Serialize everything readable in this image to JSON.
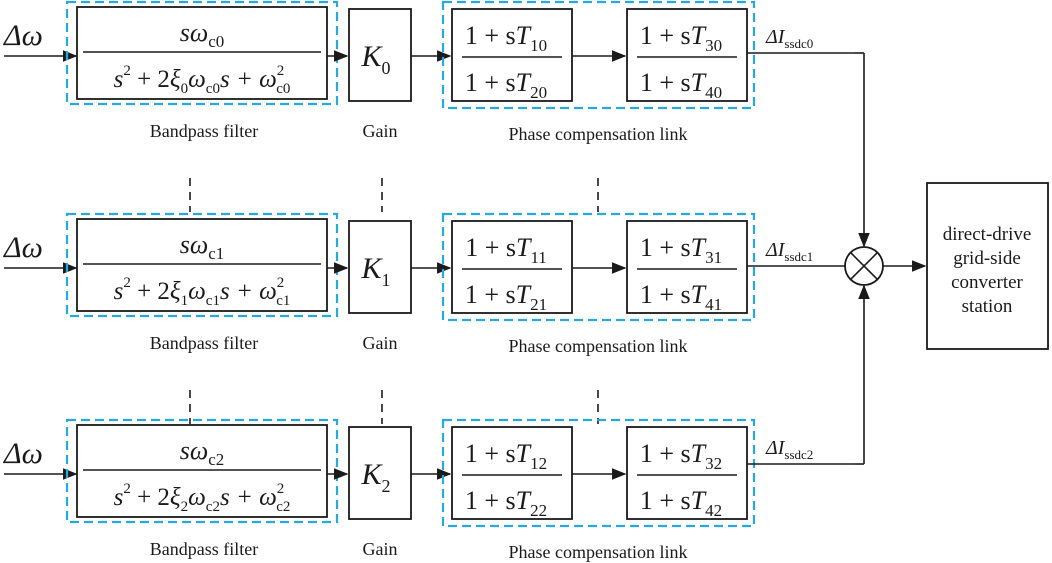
{
  "colors": {
    "stroke": "#1a1a1a",
    "group_border": "#29a8e0",
    "background": "#ffffff"
  },
  "input_label": "Δω",
  "rows": [
    {
      "filter": {
        "num": "sω",
        "num_sub": "c0",
        "den_xi_sub": "0",
        "den_w_sub": "c0",
        "den_w2_sub": "c0"
      },
      "filter_caption": "Bandpass filter",
      "gain": {
        "K": "K",
        "sub": "0"
      },
      "gain_caption": "Gain",
      "comp1": {
        "num_sub": "10",
        "den_sub": "20"
      },
      "comp2": {
        "num_sub": "30",
        "den_sub": "40"
      },
      "comp_caption": "Phase compensation link",
      "output": {
        "prefix": "ΔI",
        "sub": "ssdc0"
      }
    },
    {
      "filter": {
        "num": "sω",
        "num_sub": "c1",
        "den_xi_sub": "1",
        "den_w_sub": "c1",
        "den_w2_sub": "c1"
      },
      "filter_caption": "Bandpass filter",
      "gain": {
        "K": "K",
        "sub": "1"
      },
      "gain_caption": "Gain",
      "comp1": {
        "num_sub": "11",
        "den_sub": "21"
      },
      "comp2": {
        "num_sub": "31",
        "den_sub": "41"
      },
      "comp_caption": "Phase compensation link",
      "output": {
        "prefix": "ΔI",
        "sub": "ssdc1"
      }
    },
    {
      "filter": {
        "num": "sω",
        "num_sub": "c2",
        "den_xi_sub": "2",
        "den_w_sub": "c2",
        "den_w2_sub": "c2"
      },
      "filter_caption": "Bandpass filter",
      "gain": {
        "K": "K",
        "sub": "2"
      },
      "gain_caption": "Gain",
      "comp1": {
        "num_sub": "12",
        "den_sub": "22"
      },
      "comp2": {
        "num_sub": "32",
        "den_sub": "42"
      },
      "comp_caption": "Phase compensation link",
      "output": {
        "prefix": "ΔI",
        "sub": "ssdc2"
      }
    }
  ],
  "formula_text": {
    "one_plus_s": "1 + s",
    "T": "T",
    "den_s2": "s",
    "den_plus_2": " + 2",
    "xi": "ξ",
    "omega": "ω",
    "den_s": "s + ",
    "sq": "2"
  },
  "station": {
    "lines": [
      "direct-drive",
      "grid-side",
      "converter",
      "station"
    ]
  },
  "summing_junction": "⊗"
}
